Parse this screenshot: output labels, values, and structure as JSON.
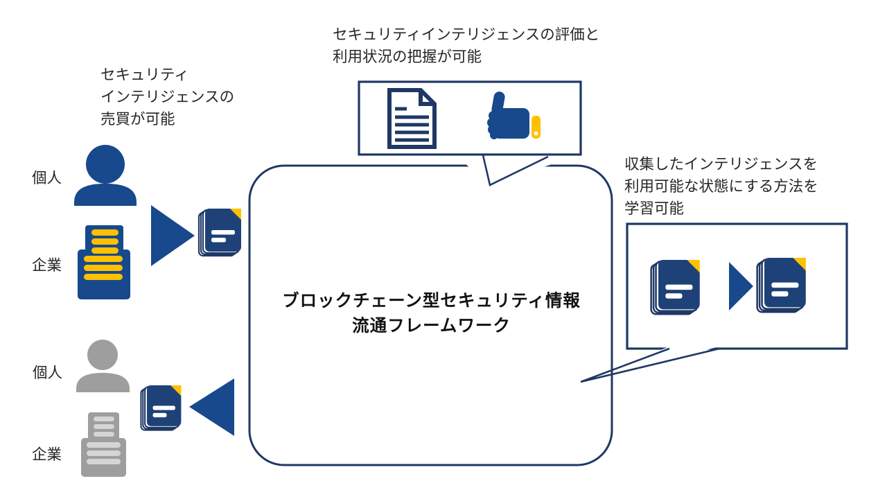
{
  "colors": {
    "navy": "#1F3864",
    "blue": "#17498C",
    "docblue": "#1E4278",
    "yellow": "#FFC000",
    "gray": "#9E9E9E",
    "graylight": "#D5D5D5",
    "text": "#262626",
    "title": "#111111"
  },
  "captions": {
    "sell": {
      "text": "セキュリティ\nインテリジェンスの\n売買が可能"
    },
    "evaluate": {
      "text": "セキュリティインテリジェンスの評価と\n利用状況の把握が可能"
    },
    "learn": {
      "text": "収集したインテリジェンスを\n利用可能な状態にする方法を\n学習可能"
    }
  },
  "center_box": {
    "title": "ブロックチェーン型セキュリティ情報\n流通フレームワーク"
  },
  "labels": {
    "individual_top": "個人",
    "company_top": "企業",
    "individual_bottom": "個人",
    "company_bottom": "企業"
  },
  "icons": {
    "person_blue": "person-icon",
    "building_blue": "building-icon",
    "person_gray": "person-icon-gray",
    "building_gray": "building-icon-gray",
    "document_stack": "document-stack-icon",
    "document_outline": "document-icon",
    "thumbs_up": "thumbs-up-icon",
    "arrow_right": "arrow-right-icon",
    "arrow_left": "arrow-left-icon"
  }
}
